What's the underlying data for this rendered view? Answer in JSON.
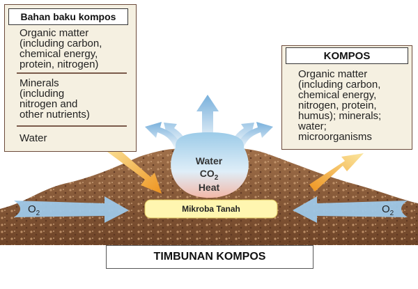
{
  "input_panel": {
    "title": "Bahan baku kompos",
    "organic": [
      "Organic matter",
      "(including carbon,",
      "chemical energy,",
      "protein, nitrogen)"
    ],
    "minerals": [
      "Minerals",
      "(including",
      "nitrogen and",
      "other nutrients)"
    ],
    "water": "Water"
  },
  "output_panel": {
    "title": "KOMPOS",
    "lines": [
      "Organic matter",
      "(including carbon,",
      "chemical energy,",
      "nitrogen, protein,",
      "humus); minerals;",
      "water;",
      "microorganisms"
    ]
  },
  "center": {
    "water": "Water",
    "co2": "CO",
    "co2_sub": "2",
    "heat": "Heat",
    "microbe_label": "Mikroba Tanah"
  },
  "oxygen": {
    "left": "O",
    "left_sub": "2",
    "right": "O",
    "right_sub": "2"
  },
  "footer": {
    "title": "TIMBUNAN  KOMPOS"
  },
  "colors": {
    "panel_bg": "#f5f0e1",
    "soil": "#8a5a3a",
    "arrow_orange": "#f0a030",
    "arrow_blue": "#8fbfe0",
    "label_yellow": "#fff6b0"
  }
}
